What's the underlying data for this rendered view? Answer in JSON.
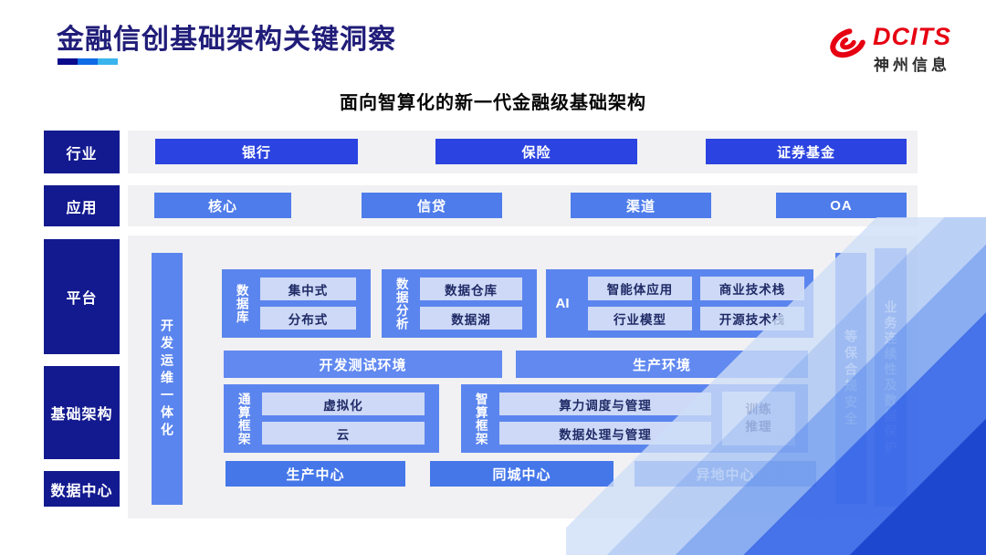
{
  "header": {
    "title": "金融信创基础架构关键洞察",
    "logo": {
      "brand": "DCITS",
      "company": "神州信息"
    }
  },
  "diagram": {
    "title": "面向智算化的新一代金融级基础架构",
    "layers": {
      "industry": {
        "label": "行业",
        "items": [
          "银行",
          "保险",
          "证券基金"
        ]
      },
      "application": {
        "label": "应用",
        "items": [
          "核心",
          "信贷",
          "渠道",
          "OA"
        ]
      },
      "platform": {
        "label": "平台"
      },
      "infrastructure": {
        "label": "基础架构"
      },
      "datacenter": {
        "label": "数据中心"
      }
    },
    "platform_panel": {
      "devops_bar": "开发运维一体化",
      "database": {
        "label": "数据库",
        "items": [
          "集中式",
          "分布式"
        ]
      },
      "analytics": {
        "label": "数据分析",
        "items": [
          "数据仓库",
          "数据湖"
        ]
      },
      "ai": {
        "label": "AI",
        "items": [
          "智能体应用",
          "商业技术栈",
          "行业模型",
          "开源技术栈"
        ]
      },
      "dev_test_env": "开发测试环境",
      "prod_env": "生产环境",
      "general_compute": {
        "label": "通算框架",
        "items": [
          "虚拟化",
          "云"
        ]
      },
      "smart_compute": {
        "label": "智算框架",
        "items": [
          "算力调度与管理",
          "数据处理与管理"
        ],
        "train_inference": "训练\n推理"
      },
      "centers": [
        "生产中心",
        "同城中心",
        "异地中心"
      ],
      "security_bar": "等保合规安全",
      "continuity_bar": "业务连续性及数据保护"
    }
  },
  "colors": {
    "title_navy": "#201d79",
    "label_navy": "#131a8f",
    "industry_blue": "#2b43e0",
    "application_blue": "#4e7cea",
    "group_blue": "#5b85ee",
    "env_blue": "#6189f0",
    "center_blue": "#4577e9",
    "light_box": "#cdd9f6",
    "light_box_text": "#202a66",
    "panel_gray": "#f1f1f3",
    "brand_red": "#e60012",
    "underline_segments": [
      "#0a0a8c",
      "#0f6ae6",
      "#3ab4ec"
    ]
  }
}
